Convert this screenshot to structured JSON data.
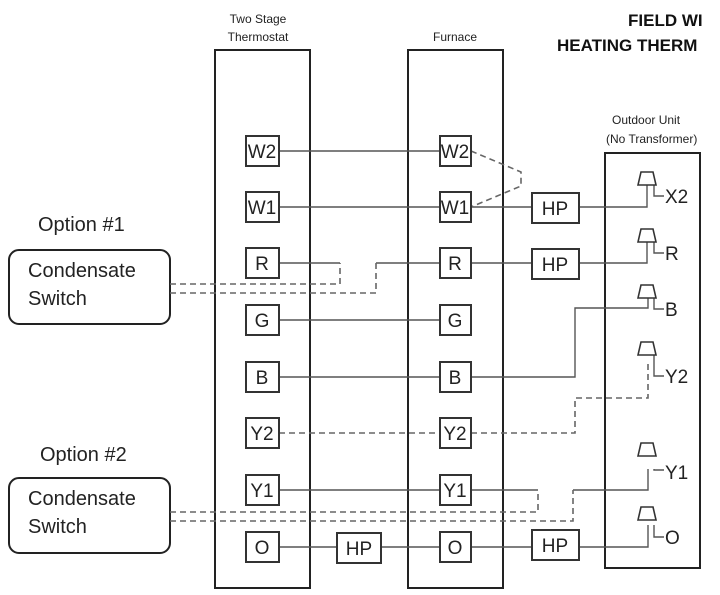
{
  "title": {
    "line1": "FIELD WI",
    "line2": "HEATING THERM"
  },
  "thermostat": {
    "label_line1": "Two Stage",
    "label_line2": "Thermostat",
    "terminals": [
      "W2",
      "W1",
      "R",
      "G",
      "B",
      "Y2",
      "Y1",
      "O"
    ]
  },
  "furnace": {
    "label": "Furnace",
    "terminals": [
      "W2",
      "W1",
      "R",
      "G",
      "B",
      "Y2",
      "Y1",
      "O"
    ]
  },
  "outdoor_unit": {
    "label_line1": "Outdoor Unit",
    "label_line2": "(No Transformer)",
    "terminals": [
      "X2",
      "R",
      "B",
      "Y2",
      "Y1",
      "O"
    ]
  },
  "hp_labels": {
    "w1": "HP",
    "r": "HP",
    "o_left": "HP",
    "o_right": "HP"
  },
  "options": [
    {
      "label": "Option #1",
      "switch_line1": "Condensate",
      "switch_line2": "Switch"
    },
    {
      "label": "Option #2",
      "switch_line1": "Condensate",
      "switch_line2": "Switch"
    }
  ]
}
